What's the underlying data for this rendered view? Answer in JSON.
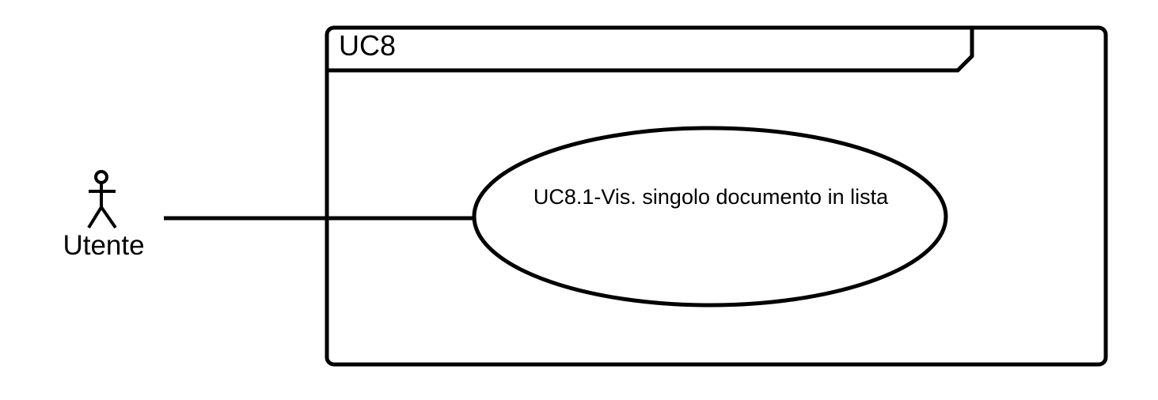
{
  "frame": {
    "title": "UC8"
  },
  "actor": {
    "label": "Utente"
  },
  "use_case": {
    "label": "UC8.1-Vis. singolo documento in lista"
  },
  "colors": {
    "stroke": "#000000",
    "background": "#ffffff"
  }
}
